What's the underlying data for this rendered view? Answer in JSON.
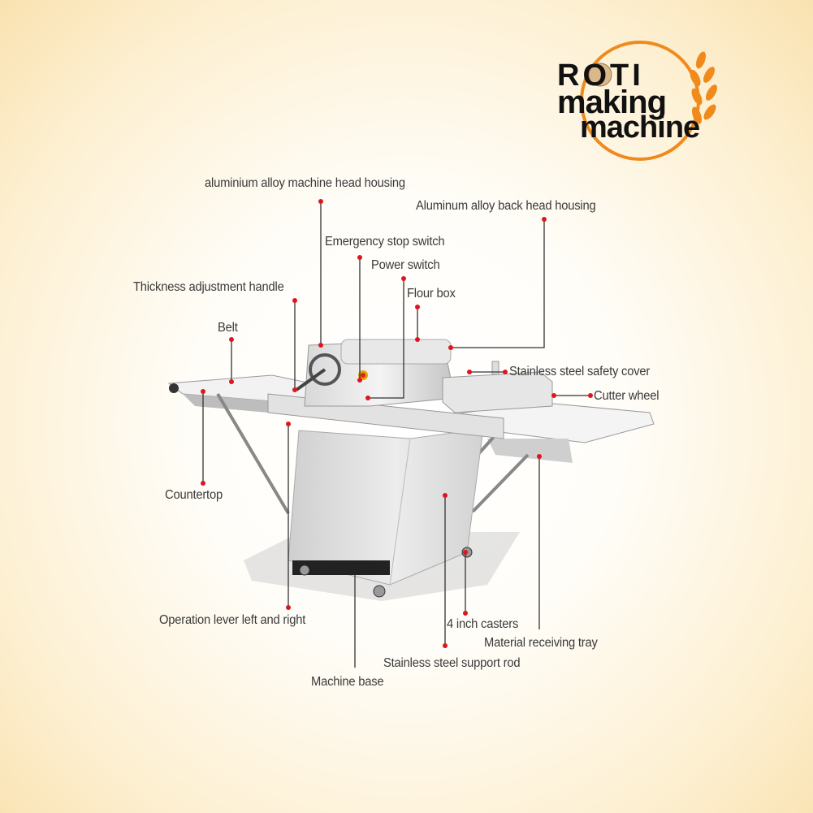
{
  "logo": {
    "line1": "ROTI",
    "line2": "making",
    "line3": "machine",
    "accent": "#f08a1c"
  },
  "labels": {
    "head_housing": "aluminium alloy machine head housing",
    "back_head_housing": "Aluminum alloy back head housing",
    "emergency_stop": "Emergency stop switch",
    "power_switch": "Power switch",
    "thickness_handle": "Thickness adjustment handle",
    "flour_box": "Flour box",
    "belt": "Belt",
    "safety_cover": "Stainless steel safety cover",
    "cutter_wheel": "Cutter wheel",
    "countertop": "Countertop",
    "operation_lever": "Operation lever left and right",
    "casters": "4 inch casters",
    "receiving_tray": "Material receiving tray",
    "support_rod": "Stainless steel support rod",
    "machine_base": "Machine base"
  },
  "colors": {
    "leader": "#333333",
    "dot": "#e0141e",
    "text": "#3a3a3a"
  }
}
